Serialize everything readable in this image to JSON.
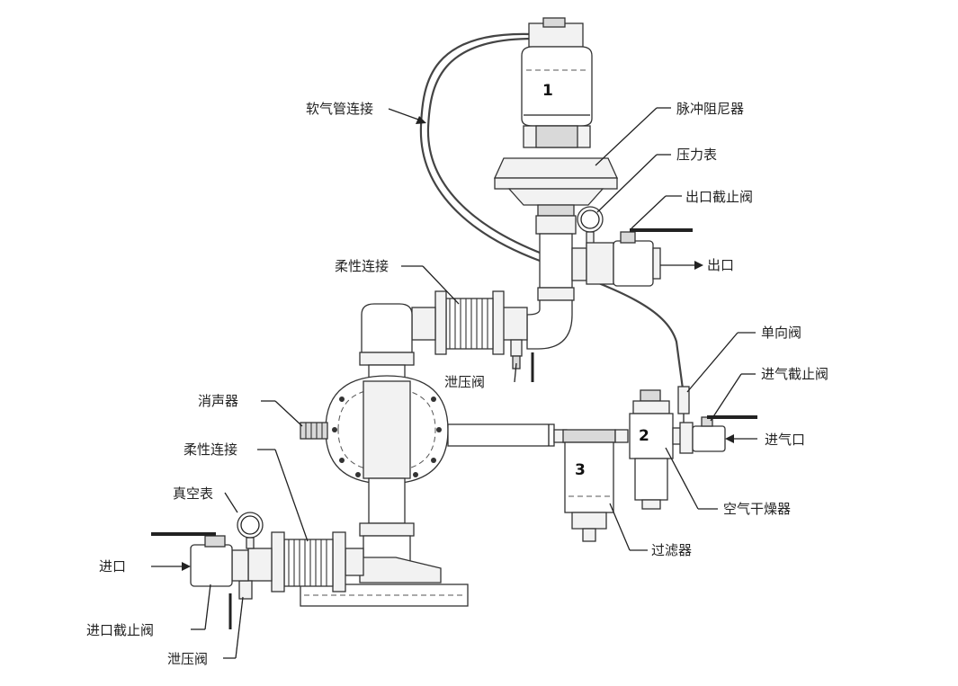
{
  "labels": {
    "soft_air_hose": "软气管连接",
    "pulse_damper": "脉冲阻尼器",
    "pressure_gauge": "压力表",
    "outlet_shutoff_valve": "出口截止阀",
    "outlet": "出口",
    "flexible_connection_top": "柔性连接",
    "relief_valve_top": "泄压阀",
    "check_valve": "单向阀",
    "air_inlet_shutoff_valve": "进气截止阀",
    "muffler": "消声器",
    "air_inlet": "进气口",
    "flexible_connection_bottom": "柔性连接",
    "air_dryer": "空气干燥器",
    "vacuum_gauge": "真空表",
    "filter": "过滤器",
    "inlet": "进口",
    "inlet_shutoff_valve": "进口截止阀",
    "relief_valve_bottom": "泄压阀"
  },
  "numbers": {
    "damper": "1",
    "dryer": "2",
    "filter": "3"
  }
}
